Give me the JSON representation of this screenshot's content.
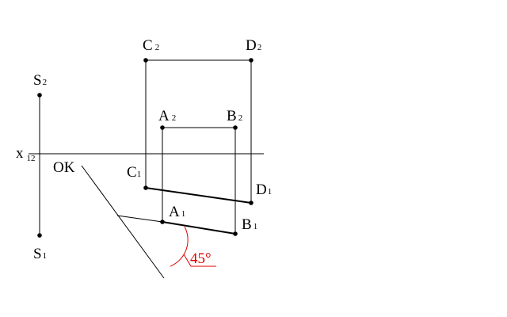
{
  "points": {
    "C2": {
      "main": "C",
      "sub": "2"
    },
    "D2": {
      "main": "D",
      "sub": "2"
    },
    "A2": {
      "main": "A",
      "sub": "2"
    },
    "B2": {
      "main": "B",
      "sub": "2"
    },
    "S2": {
      "main": "S",
      "sub": "2"
    },
    "S1": {
      "main": "S",
      "sub": "1"
    },
    "C1": {
      "main": "C",
      "sub": "1"
    },
    "D1": {
      "main": "D",
      "sub": "1"
    },
    "A1": {
      "main": "A",
      "sub": "1"
    },
    "B1": {
      "main": "B",
      "sub": "1"
    }
  },
  "axis": {
    "main": "x",
    "sub": "12"
  },
  "ok_label": "OK",
  "angle_label": "45°",
  "colors": {
    "line": "#000000",
    "accent": "#e00000",
    "background": "#ffffff"
  }
}
